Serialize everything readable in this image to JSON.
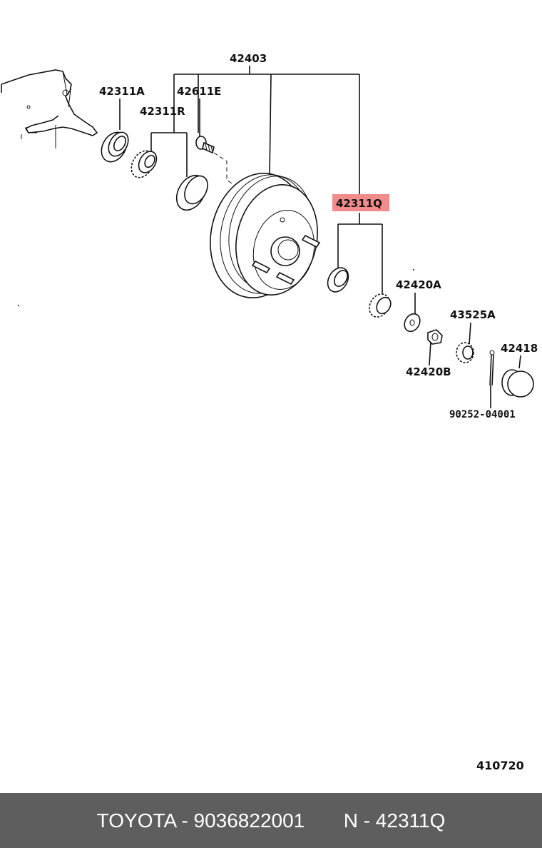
{
  "diagram": {
    "labels": {
      "l42403": "42403",
      "l42311A": "42311A",
      "l42611E": "42611E",
      "l42311R": "42311R",
      "l42311Q": "42311Q",
      "l42420A": "42420A",
      "l43525A": "43525A",
      "l42418": "42418",
      "l42420B": "42420B",
      "l90252": "90252-04001"
    },
    "highlight_color": "#f28b8b",
    "page_code": "410720"
  },
  "footer": {
    "text": "TOYOTA - 9036822001       N - 42311Q",
    "background": "#5e5e5e"
  }
}
